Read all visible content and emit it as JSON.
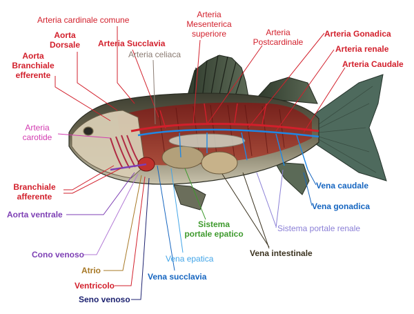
{
  "diagram": {
    "colors": {
      "red_artery": "#d21f2b",
      "gray_label": "#8a7b72",
      "magenta": "#d23bb0",
      "purple": "#7d3fb4",
      "light_purple": "#b27ad6",
      "brown_gold": "#a77825",
      "navy": "#1d2270",
      "blue": "#1565c0",
      "light_blue": "#42a5e8",
      "green": "#3f9a2e",
      "dark_olive": "#3b3320",
      "lavender": "#8a7fd6"
    },
    "labels": {
      "arteria_cardinale_comune": "Arteria cardinale comune",
      "aorta_dorsale": "Aorta\nDorsale",
      "aorta_branchiale_efferente": "Aorta\nBranchiale\nefferente",
      "arteria_succlavia": "Arteria Succlavia",
      "arteria_celiaca": "Arteria celiaca",
      "arteria_mesenterica_superiore": "Arteria\nMesenterica\nsuperiore",
      "arteria_postcardinale": "Arteria\nPostcardinale",
      "arteria_gonadica": "Arteria Gonadica",
      "arteria_renale": "Arteria renale",
      "arteria_caudale": "Arteria Caudale",
      "arteria_carotide": "Arteria\ncarotide",
      "branchiale_afferente": "Branchiale\nafferente",
      "aorta_ventrale": "Aorta ventrale",
      "cono_venoso": "Cono venoso",
      "atrio": "Atrio",
      "ventricolo": "Ventricolo",
      "seno_venoso": "Seno venoso",
      "vena_succlavia": "Vena succlavia",
      "vena_epatica": "Vena epatica",
      "sistema_portale_epatico": "Sistema\nportale epatico",
      "vena_intestinale": "Vena intestinale",
      "sistema_portale_renale": "Sistema portale renale",
      "vena_gonadica": "Vena gonadica",
      "vena_caudale": "Vena caudale"
    }
  }
}
